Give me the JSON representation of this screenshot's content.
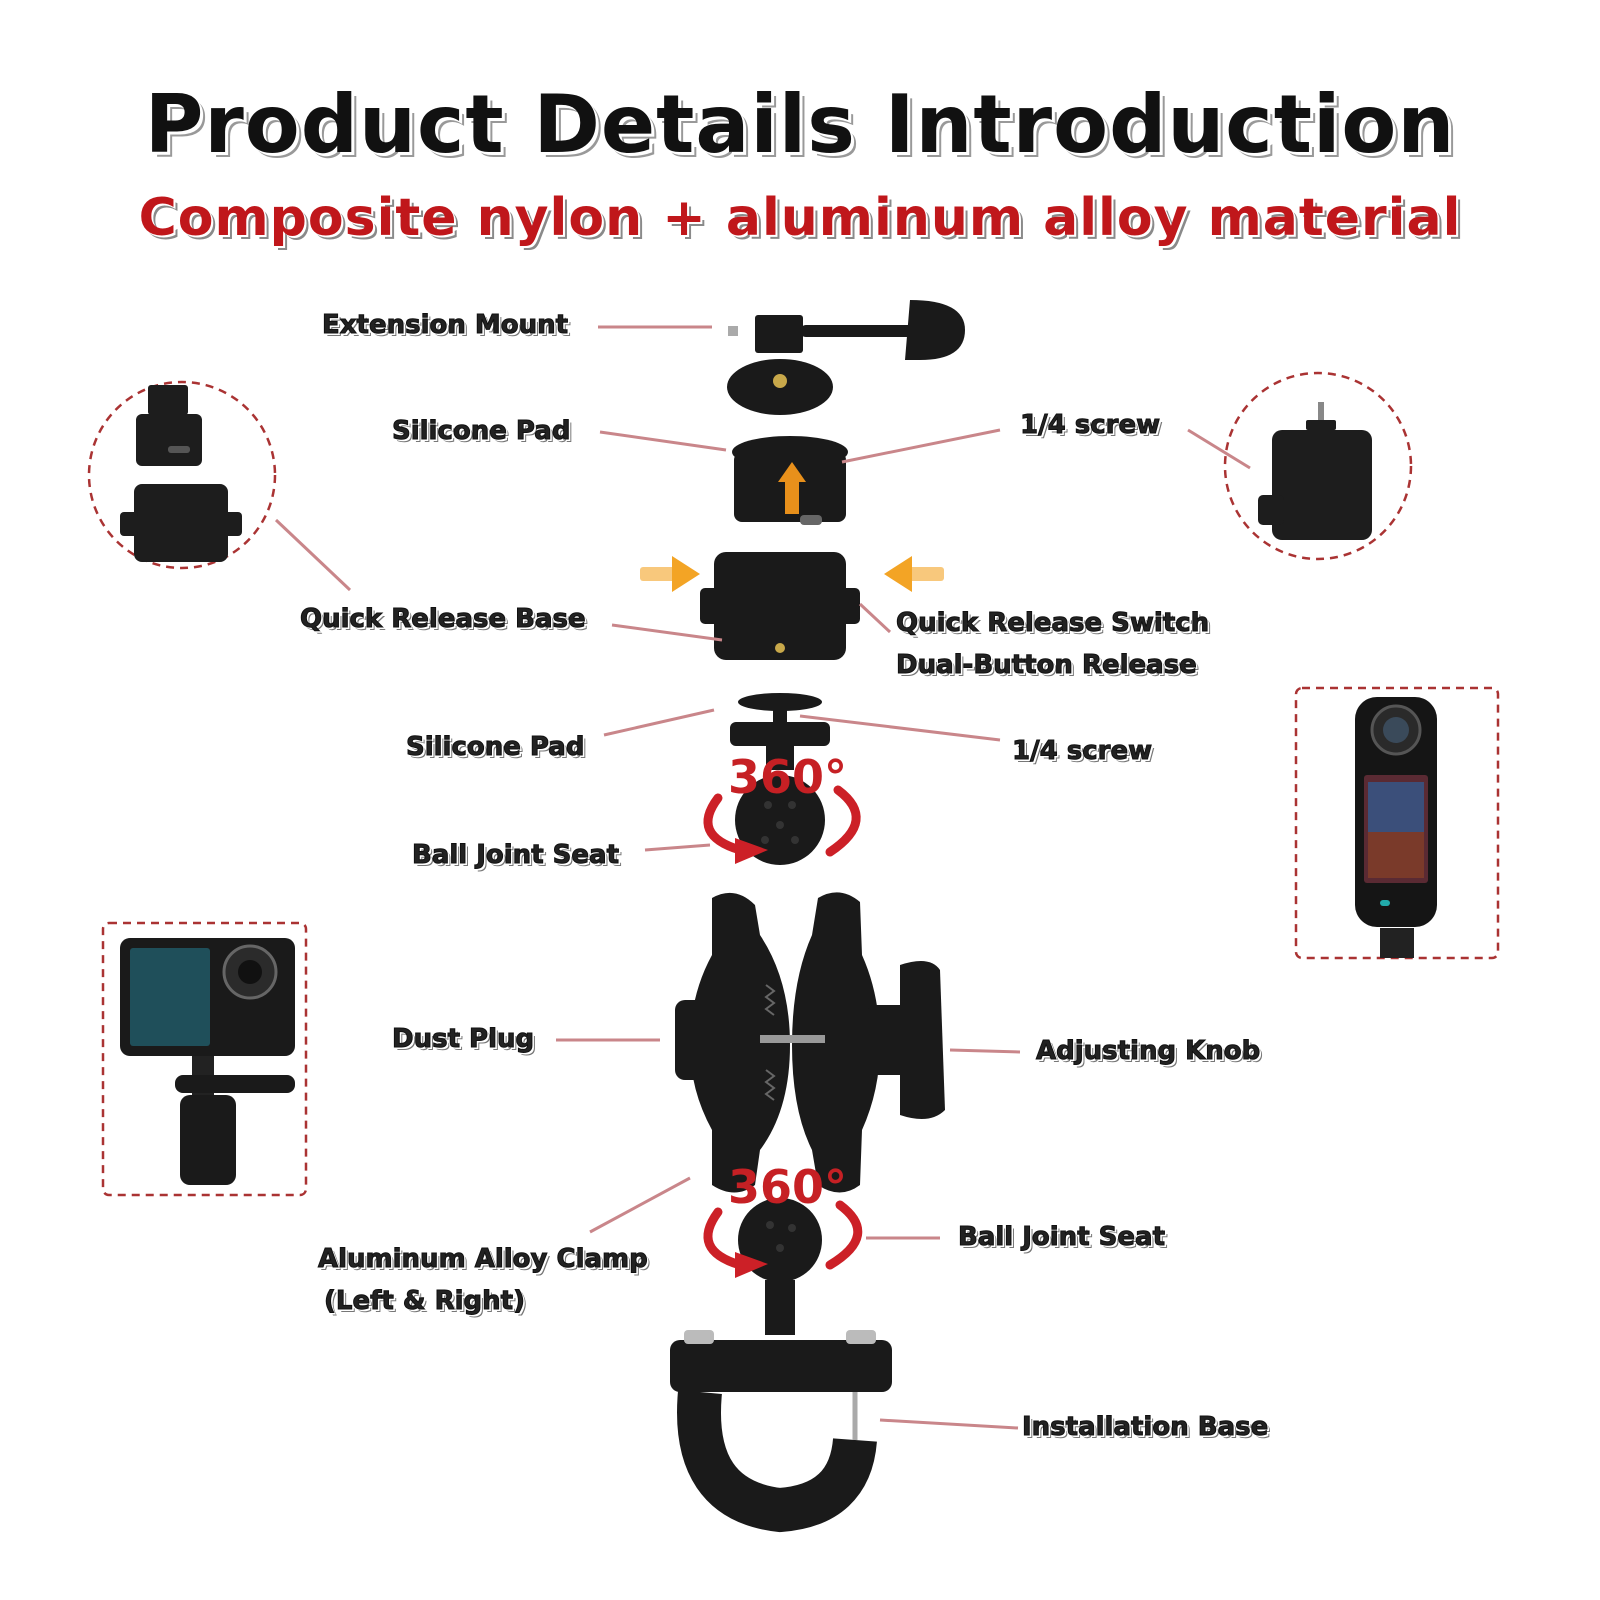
{
  "header": {
    "title": "Product Details Introduction",
    "subtitle": "Composite nylon + aluminum alloy material"
  },
  "labels": {
    "extension_mount": "Extension Mount",
    "silicone_pad_top": "Silicone Pad",
    "screw_top": "1/4 screw",
    "quick_release_base": "Quick Release Base",
    "quick_release_switch": "Quick Release Switch",
    "dual_button_release": "Dual-Button Release",
    "silicone_pad_mid": "Silicone Pad",
    "screw_mid": "1/4 screw",
    "ball_joint_seat_top": "Ball Joint Seat",
    "dust_plug": "Dust Plug",
    "adjusting_knob": "Adjusting Knob",
    "aluminum_clamp": "Aluminum Alloy Clamp",
    "clamp_sides": "(Left & Right)",
    "ball_joint_seat_bottom": "Ball Joint Seat",
    "installation_base": "Installation Base"
  },
  "rotation": {
    "top": "360°",
    "bottom": "360°"
  },
  "colors": {
    "accent_red": "#c0171b",
    "arrow_orange": "#f3a425",
    "part_black": "#1b1b1b",
    "leader_line": "#c9868a"
  }
}
